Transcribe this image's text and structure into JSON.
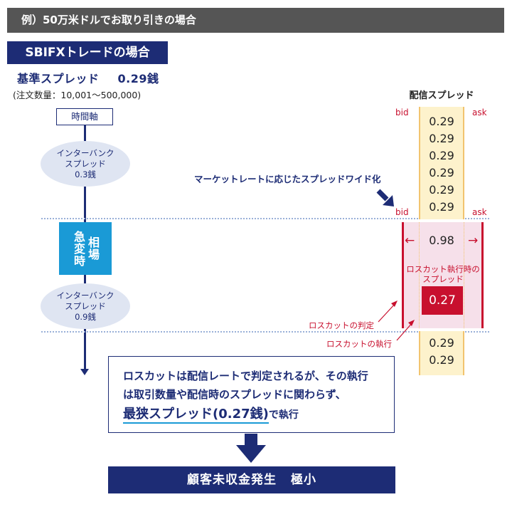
{
  "header": {
    "title": "例）50万米ドルでお取り引きの場合"
  },
  "left": {
    "section_title": "SBIFXトレードの場合",
    "base_label": "基準スプレッド",
    "base_value": "0.29銭",
    "note": "(注文数量：10,001〜500,000)",
    "time_axis": "時間軸",
    "bubble1": {
      "line1": "インターバンク",
      "line2": "スプレッド",
      "line3": "0.3銭"
    },
    "surge": {
      "col1": "相場",
      "col2": "急変時"
    },
    "bubble2": {
      "line1": "インターバンク",
      "line2": "スプレッド",
      "line3": "0.9銭"
    }
  },
  "right": {
    "title": "配信スプレッド",
    "bid": "bid",
    "ask": "ask",
    "normal_spreads": [
      "0.29",
      "0.29",
      "0.29",
      "0.29",
      "0.29",
      "0.29"
    ],
    "widen_label": "マーケットレートに応じたスプレッドワイド化",
    "wide_spread": "0.98",
    "arrow_left": "←",
    "arrow_right": "→",
    "losscut_spread_label1": "ロスカット執行時の",
    "losscut_spread_label2": "スプレッド",
    "losscut_spread_value": "0.27",
    "judge_label": "ロスカットの判定",
    "exec_label": "ロスカットの執行",
    "after_spreads": [
      "0.29",
      "0.29"
    ]
  },
  "summary": {
    "line1": "ロスカットは配信レートで判定されるが、その執行",
    "line2": "は取引数量や配信時のスプレッドに関わらず、",
    "emphasis": "最狭スプレッド(0.27銭)",
    "tail": "で執行"
  },
  "result": {
    "part1": "顧客未収金発生",
    "part2": "極小"
  },
  "colors": {
    "navy": "#1d2c75",
    "red": "#c8102e",
    "blue": "#1a9ad6",
    "cream": "#fdf2cc",
    "pink": "#f6e0ea"
  }
}
